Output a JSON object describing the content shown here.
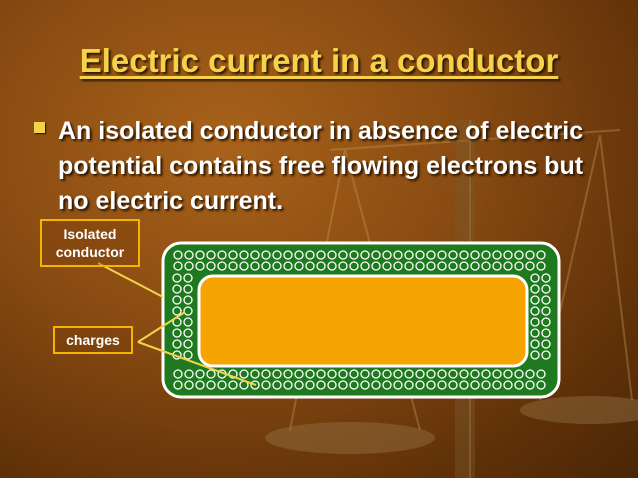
{
  "slide": {
    "title": "Electric current in a conductor",
    "bullet": "An isolated conductor in absence of electric potential contains free flowing electrons but no electric current.",
    "labels": {
      "isolated_conductor": "Isolated conductor",
      "charges": "charges"
    },
    "colors": {
      "title": "#f4d24a",
      "conductor_border": "#1f7a1f",
      "conductor_core": "#f5a300",
      "label_border": "#f4b400",
      "background": "#8a4c12"
    }
  }
}
